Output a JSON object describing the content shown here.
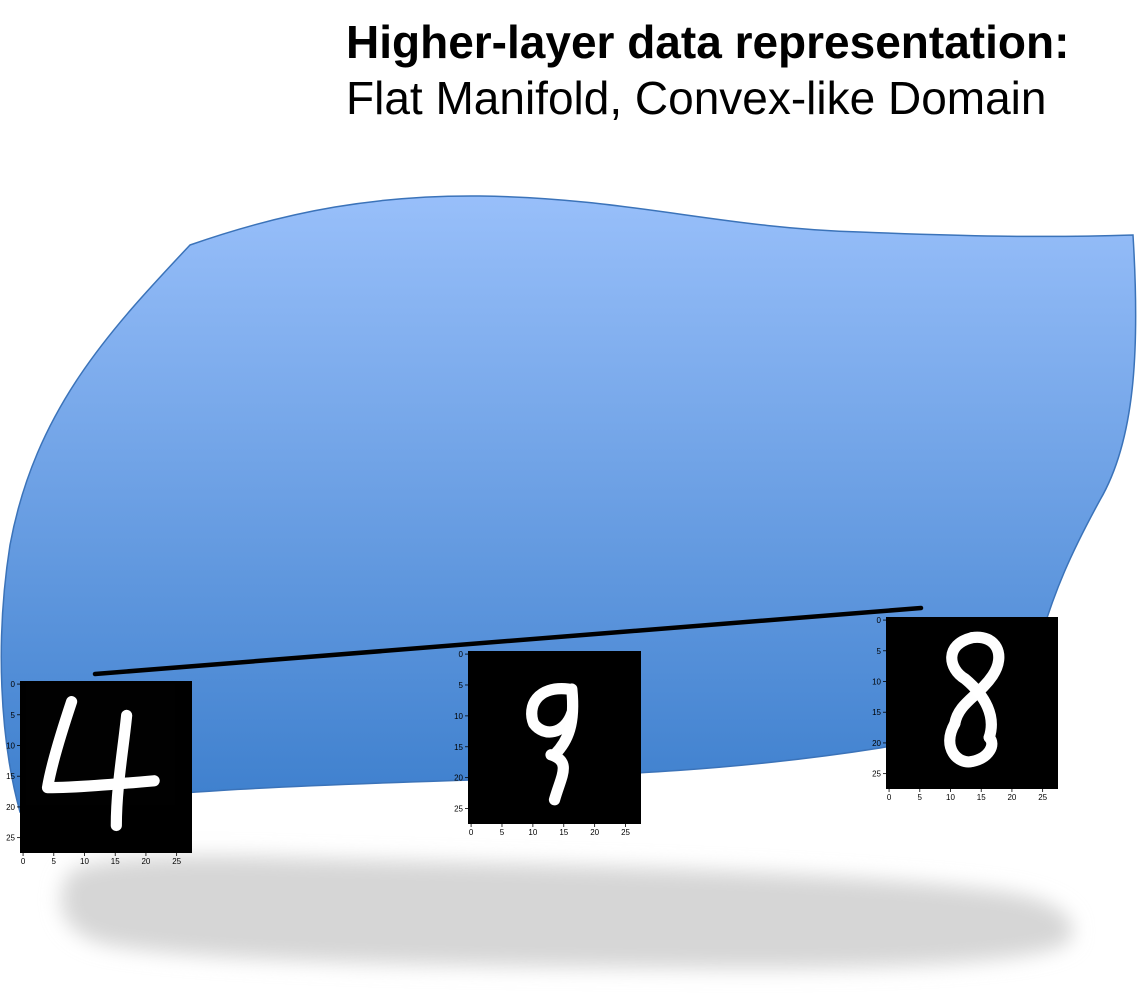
{
  "title": "Higher-layer data representation:",
  "subtitle": "Flat Manifold, Convex-like Domain",
  "colors": {
    "manifold_top": "#98bffa",
    "manifold_bottom": "#3d7fcd",
    "manifold_edge": "#3b73b9",
    "shadow": "#d6d6d6",
    "line": "#000000"
  },
  "axis_ticks": {
    "x": [
      "0",
      "5",
      "10",
      "15",
      "20",
      "25"
    ],
    "y": [
      "0",
      "5",
      "10",
      "15",
      "20",
      "25"
    ]
  },
  "digit_images": [
    {
      "name": "digit-image-4"
    },
    {
      "name": "digit-image-9"
    },
    {
      "name": "digit-image-8"
    }
  ]
}
